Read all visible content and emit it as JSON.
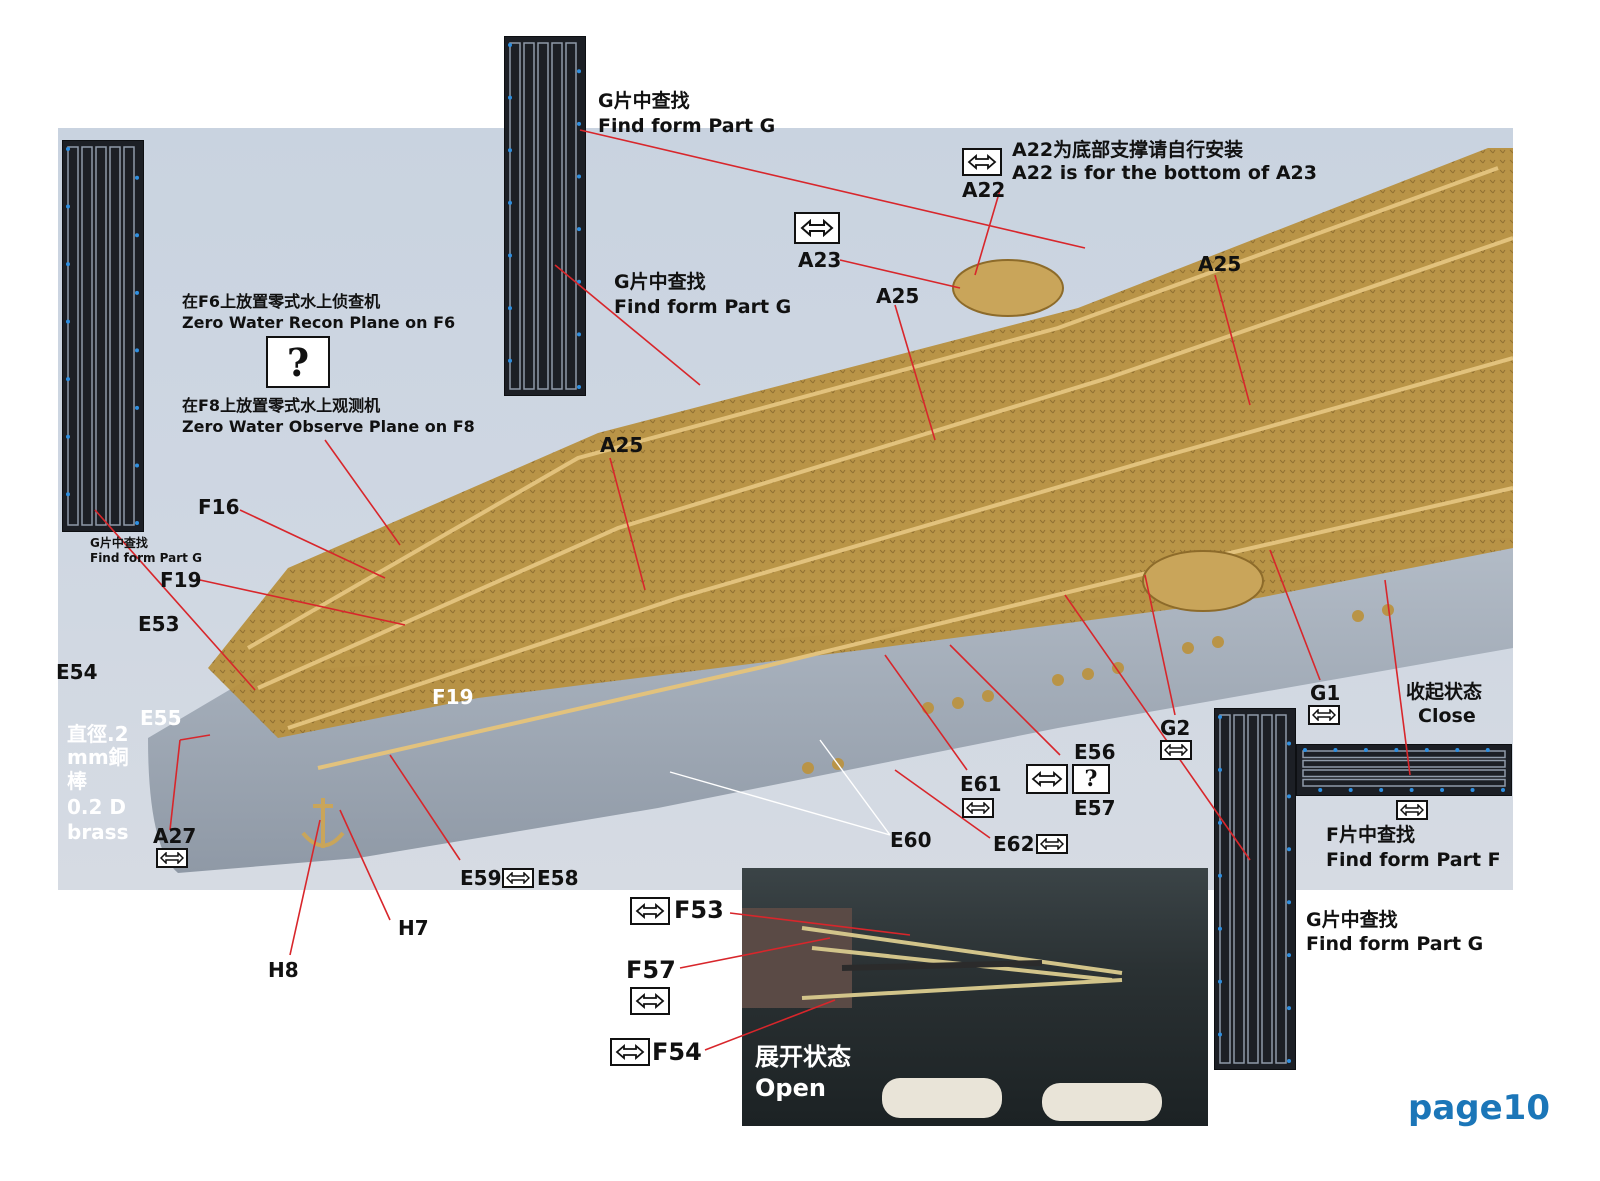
{
  "labels": {
    "g_top_cn": "G片中查找",
    "g_top_en": "Find form Part G",
    "g_mid_cn": "G片中查找",
    "g_mid_en": "Find form Part G",
    "a22_cn": "A22为底部支撑请自行安装",
    "a22_en": "A22 is for the bottom of A23",
    "a22": "A22",
    "a23": "A23",
    "a25_a": "A25",
    "a25_b": "A25",
    "a25_c": "A25",
    "f6_cn": "在F6上放置零式水上侦查机",
    "f6_en": "Zero Water Recon Plane on F6",
    "f8_cn": "在F8上放置零式水上观测机",
    "f8_en": "Zero Water Observe Plane on F8",
    "f16": "F16",
    "g_left_cn": "G片中查找",
    "g_left_en": "Find form Part G",
    "f19_a": "F19",
    "f19_b": "F19",
    "e53": "E53",
    "e54": "E54",
    "e55": "E55",
    "brass_1": "直徑.2",
    "brass_2": "mm銅",
    "brass_3": "棒",
    "brass_4": "0.2 D",
    "brass_5": "brass",
    "a27": "A27",
    "e59": "E59",
    "e58": "E58",
    "h7": "H7",
    "h8": "H8",
    "e60": "E60",
    "e61": "E61",
    "e62": "E62",
    "e56": "E56",
    "e57": "E57",
    "g2": "G2",
    "g1": "G1",
    "close_cn": "收起状态",
    "close_en": "Close",
    "f_cn": "F片中查找",
    "f_en": "Find form Part F",
    "g_right_cn": "G片中查找",
    "g_right_en": "Find form Part G",
    "f53": "F53",
    "f57": "F57",
    "f54": "F54",
    "open_cn": "展开状态",
    "open_en": "Open",
    "page": "page10"
  },
  "icons": {
    "reverse": "double-arrow-icon",
    "unknown": "question-icon"
  },
  "colors": {
    "leader": "#d8262b",
    "page": "#1b76b8",
    "hull": "#aab3be",
    "brass": "#c9a55a"
  }
}
